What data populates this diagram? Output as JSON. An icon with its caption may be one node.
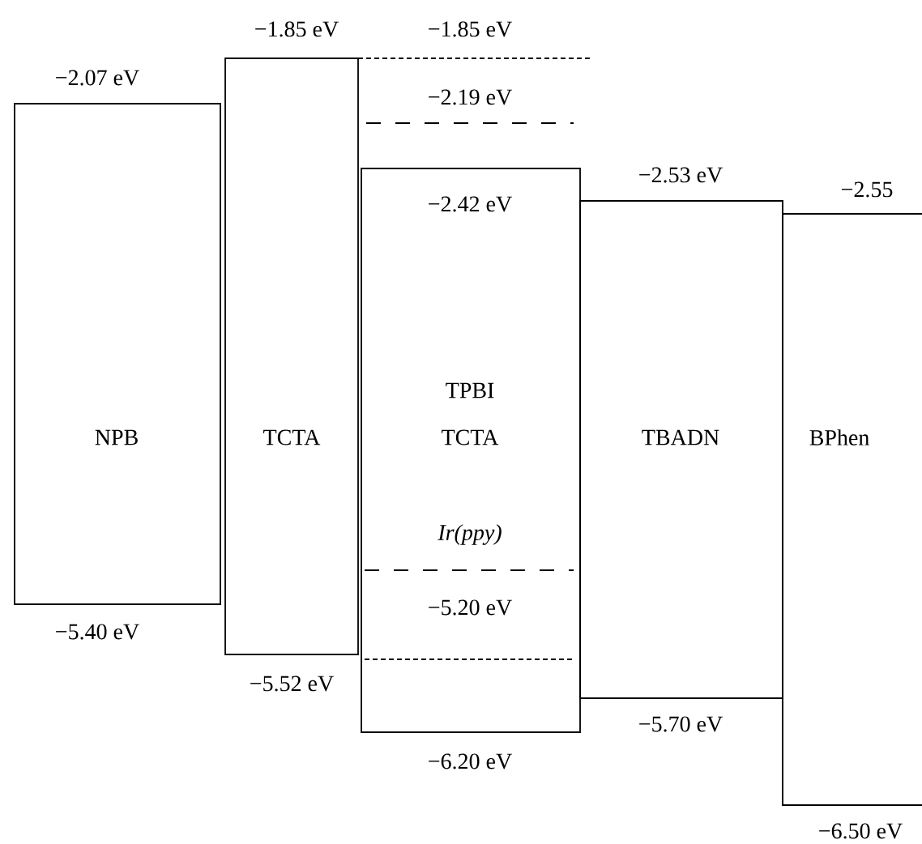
{
  "diagram": {
    "nodes": [
      {
        "text": [
          "NPB"
        ],
        "beside": [
          "−2.07 eV",
          "−5.40 eV"
        ]
      },
      {
        "text": [
          "TCTA"
        ],
        "beside": [
          "−1.85 eV",
          "−5.52 eV"
        ]
      },
      {
        "text": [
          "−2.42 eV",
          "TPBI",
          "TCTA",
          "Ir(ppy)"
        ],
        "beside": [
          "−6.20 eV"
        ]
      },
      {
        "text": [
          "TBADN"
        ],
        "beside": [
          "−2.53 eV",
          "−5.70 eV"
        ]
      },
      {
        "text": [
          "BPhen"
        ],
        "beside": [
          "−2.55",
          "−6.50 eV"
        ]
      }
    ],
    "labels": [
      "−1.85 eV",
      "−2.19 eV",
      "−5.20 eV"
    ]
  }
}
